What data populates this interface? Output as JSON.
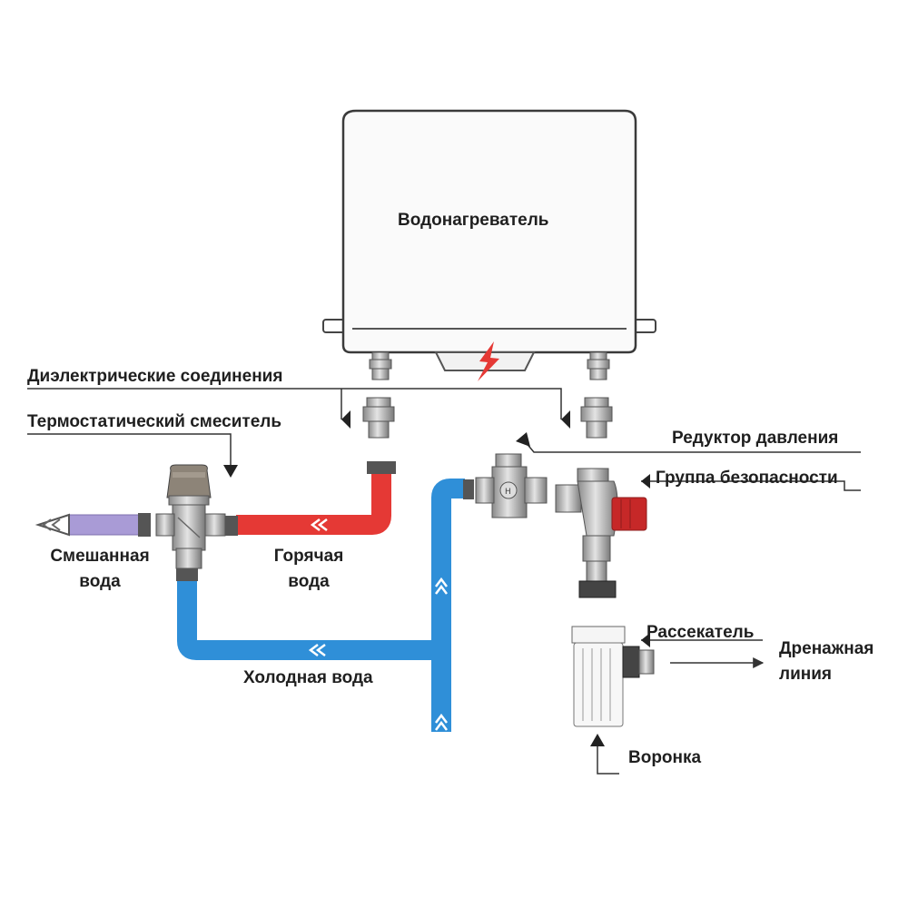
{
  "heater": {
    "title": "Водонагреватель",
    "power_symbol": "⚡"
  },
  "labels": {
    "dielectric": "Диэлектрические соединения",
    "thermostatic": "Термостатический смеситель",
    "pressure_reducer": "Редуктор давления",
    "safety_group": "Группа безопасности",
    "mixed_water": [
      "Смешанная",
      "вода"
    ],
    "hot_water": [
      "Горячая",
      "вода"
    ],
    "cold_water": "Холодная вода",
    "splitter": "Рассекатель",
    "drain_line": [
      "Дренажная",
      "линия"
    ],
    "funnel": "Воронка"
  },
  "colors": {
    "hot_pipe": "#e53935",
    "cold_pipe": "#2f8fd8",
    "mixed_pipe": "#a99bd6",
    "safety_red": "#c62828",
    "line": "#333333",
    "metal": "#b0b0b0"
  }
}
